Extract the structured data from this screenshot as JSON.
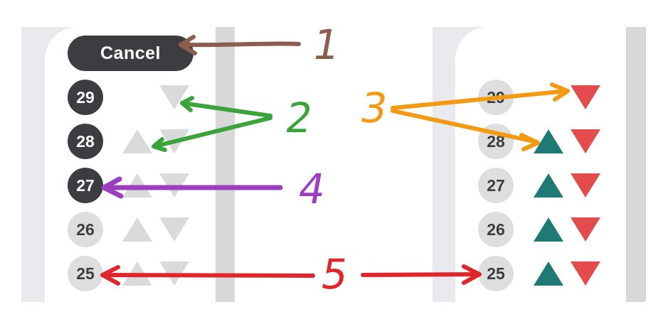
{
  "colors": {
    "panel_bg": "#e9eaed",
    "scrollbar": "#d8d8d8",
    "dark_circle": "#3c3d41",
    "light_circle": "#dedede",
    "up_active": "#1f7a75",
    "down_active": "#e34c4c",
    "arrow_disabled": "#dadada",
    "annotation_brown": "#8b5e4e",
    "annotation_green": "#3aa43a",
    "annotation_orange": "#f39a12",
    "annotation_purple": "#9b3fc0",
    "annotation_red": "#e0262a"
  },
  "left_panel": {
    "cancel_label": "Cancel",
    "floors": [
      {
        "label": "29",
        "state": "selected",
        "up": "none",
        "down": "disabled"
      },
      {
        "label": "28",
        "state": "selected",
        "up": "disabled",
        "down": "disabled"
      },
      {
        "label": "27",
        "state": "selected",
        "up": "disabled",
        "down": "disabled"
      },
      {
        "label": "26",
        "state": "unselected",
        "up": "disabled",
        "down": "disabled"
      },
      {
        "label": "25",
        "state": "unselected",
        "up": "disabled",
        "down": "disabled"
      }
    ]
  },
  "right_panel": {
    "floors": [
      {
        "label": "29",
        "state": "unselected",
        "up": "none",
        "down": "active"
      },
      {
        "label": "28",
        "state": "unselected",
        "up": "active",
        "down": "active"
      },
      {
        "label": "27",
        "state": "unselected",
        "up": "active",
        "down": "active"
      },
      {
        "label": "26",
        "state": "unselected",
        "up": "active",
        "down": "active"
      },
      {
        "label": "25",
        "state": "unselected",
        "up": "active",
        "down": "active"
      }
    ]
  },
  "annotations": {
    "n1": "1",
    "n2": "2",
    "n3": "3",
    "n4": "4",
    "n5": "5"
  }
}
